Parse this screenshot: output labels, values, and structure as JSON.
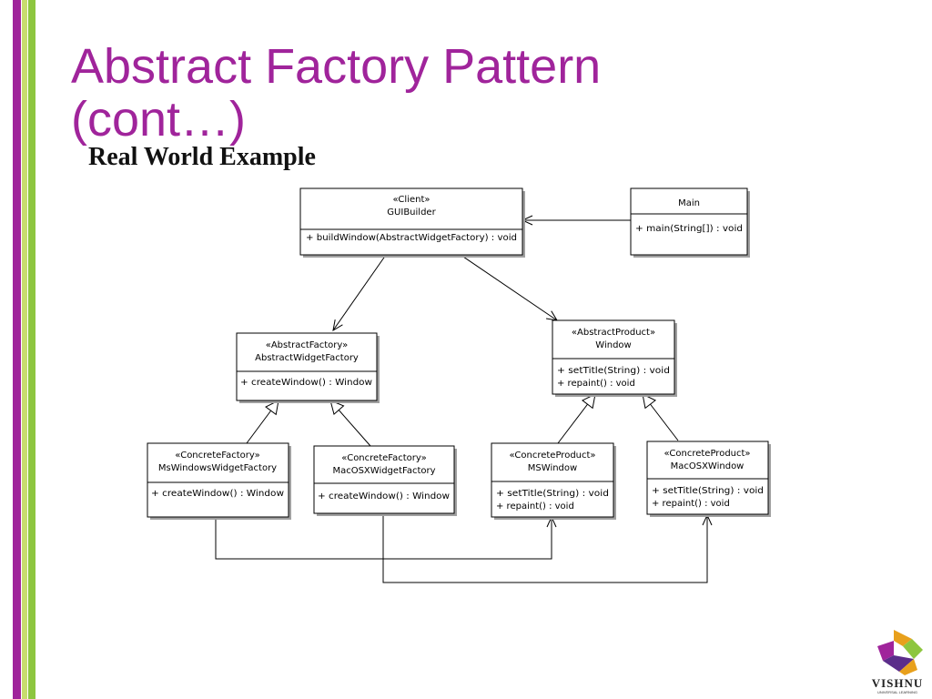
{
  "slide": {
    "title": "Abstract Factory Pattern (cont…)",
    "subtitle": "Real World Example",
    "stripes": [
      "#a0249b",
      "#c8dc6e",
      "#8dc63f"
    ]
  },
  "diagram": {
    "classes": {
      "guibuilder": {
        "stereotype": "«Client»",
        "name": "GUIBuilder",
        "ops": [
          "+ buildWindow(AbstractWidgetFactory) : void"
        ]
      },
      "main": {
        "name": "Main",
        "ops": [
          "+ main(String[]) : void"
        ]
      },
      "abstract_widget_factory": {
        "stereotype": "«AbstractFactory»",
        "name": "AbstractWidgetFactory",
        "ops": [
          "+ createWindow() : Window"
        ]
      },
      "window": {
        "stereotype": "«AbstractProduct»",
        "name": "Window",
        "ops": [
          "+ setTitle(String) : void",
          "+ repaint() : void"
        ]
      },
      "ms_windows_widget_factory": {
        "stereotype": "«ConcreteFactory»",
        "name": "MsWindowsWidgetFactory",
        "ops": [
          "+ createWindow() : Window"
        ]
      },
      "mac_osx_widget_factory": {
        "stereotype": "«ConcreteFactory»",
        "name": "MacOSXWidgetFactory",
        "ops": [
          "+ createWindow() : Window"
        ]
      },
      "ms_window": {
        "stereotype": "«ConcreteProduct»",
        "name": "MSWindow",
        "ops": [
          "+ setTitle(String) : void",
          "+ repaint() : void"
        ]
      },
      "mac_osx_window": {
        "stereotype": "«ConcreteProduct»",
        "name": "MacOSXWindow",
        "ops": [
          "+ setTitle(String) : void",
          "+ repaint() : void"
        ]
      }
    }
  },
  "logo": {
    "name": "VISHNU",
    "tagline": "UNIVERSAL LEARNING",
    "colors": [
      "#e8a01c",
      "#8dc63f",
      "#a0249b"
    ]
  }
}
